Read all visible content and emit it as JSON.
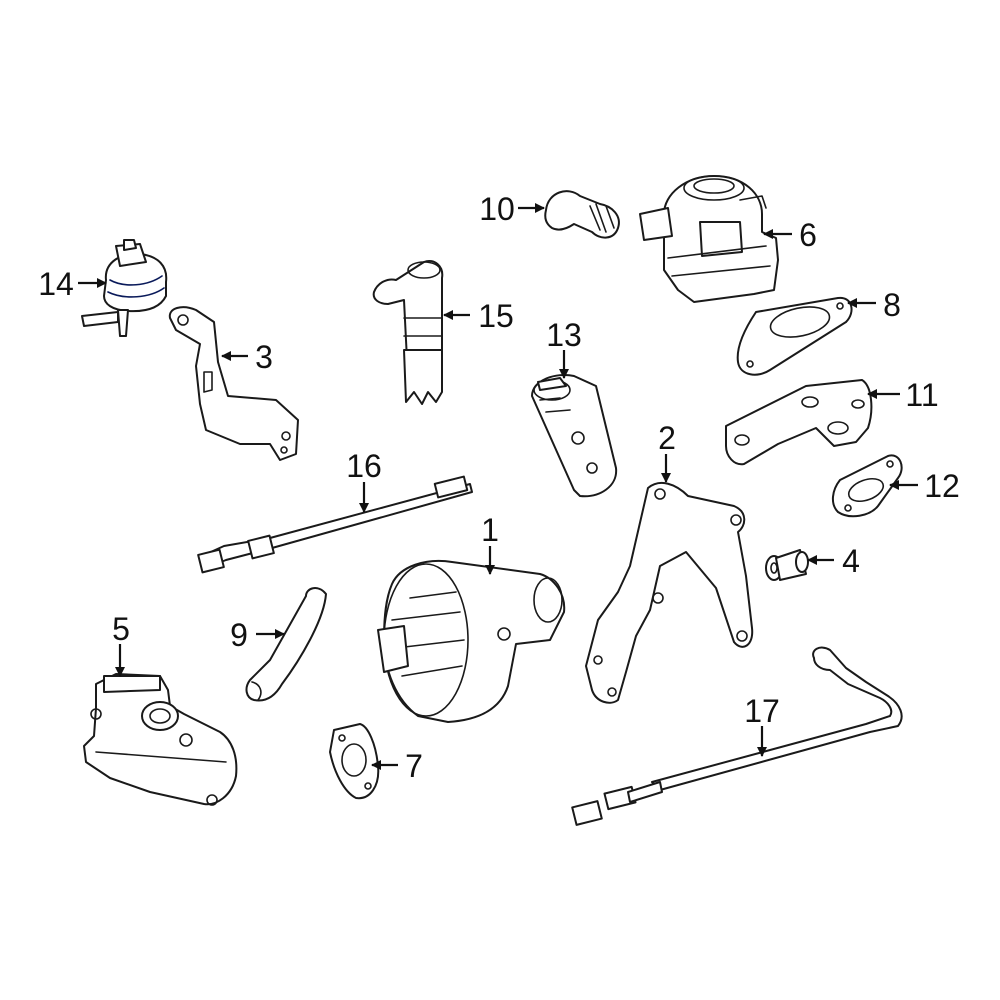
{
  "highlight_color": "#1f3cb8",
  "callouts": {
    "c1": "1",
    "c2": "2",
    "c3": "3",
    "c4": "4",
    "c5": "5",
    "c6": "6",
    "c7": "7",
    "c8": "8",
    "c9": "9",
    "c10": "10",
    "c11": "11",
    "c12": "12",
    "c13": "13",
    "c14": "14",
    "c15": "15",
    "c16": "16",
    "c17": "17"
  }
}
